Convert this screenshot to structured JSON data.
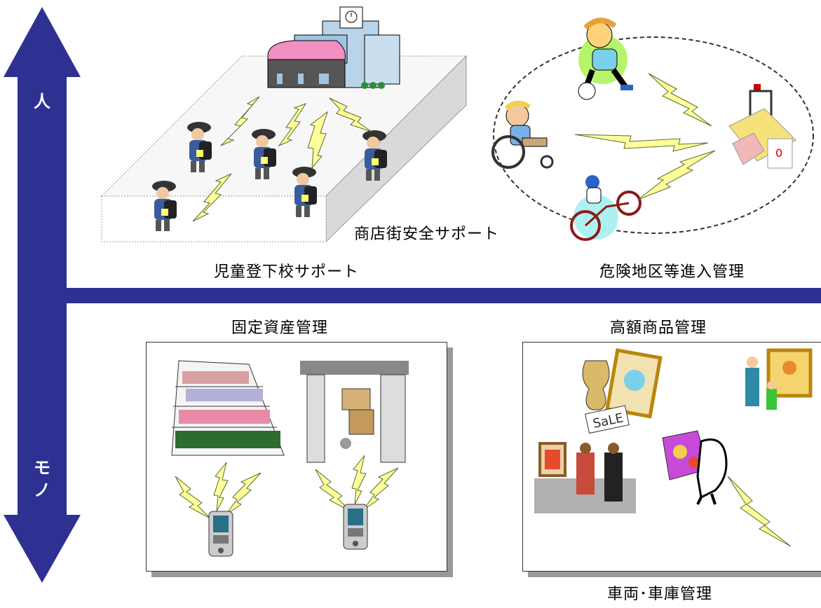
{
  "axis": {
    "top_label": "人",
    "bottom_label_1": "モ",
    "bottom_label_2": "ノ",
    "color": "#2e3192"
  },
  "sections": {
    "school": {
      "title": "児童登下校サポート",
      "sub": "商店街安全サポート"
    },
    "danger": {
      "title": "危険地区等進入管理"
    },
    "assets": {
      "title": "固定資産管理"
    },
    "luxury": {
      "title": "高額商品管理"
    },
    "vehicle": {
      "title": "車両･車庫管理"
    }
  },
  "colors": {
    "lightning": "#ffff99",
    "lightning_stroke": "#556b2f",
    "platform": "#f2f2f2",
    "platform_side": "#d9d9d9"
  },
  "icons": [
    "school-building-icon",
    "student-icon",
    "child-soccer-icon",
    "wheelchair-child-icon",
    "bicycle-child-icon",
    "hazard-sign-icon",
    "bookshelf-icon",
    "warehouse-icon",
    "handheld-reader-icon",
    "art-gallery-icon",
    "sale-antique-icon",
    "shoppers-icon"
  ]
}
